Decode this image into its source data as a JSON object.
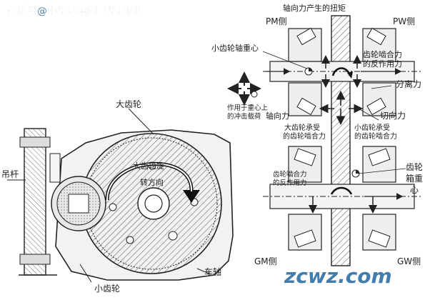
{
  "watermark_top": "搜狐号@中华轴承网（华轴网）",
  "watermark_bottom": "zcwz.com",
  "left_labels": {
    "big_gear": "大齿轮",
    "big_gear_rotation_line1": "大齿轮旋",
    "big_gear_rotation_line2": "转方向",
    "hanger": "吊杆",
    "pinion": "小齿轮",
    "axle": "车轴"
  },
  "right_labels": {
    "axial_moment": "轴向力产生的扭矩",
    "pm_side": "PM侧",
    "pw_side": "PW侧",
    "pinion_axis_center": "小齿轮轴重心",
    "mesh_reaction_line1": "齿轮啮合力",
    "mesh_reaction_line2": "的反作用力",
    "centrifugal": "分离力",
    "impact_line1": "作用于重心上",
    "impact_line2": "的冲击载荷",
    "axial_force": "轴向力",
    "tangential": "切向力",
    "big_gear_bearing_line1": "大齿轮承受",
    "big_gear_bearing_line2": "的齿轮啮合力",
    "pinion_bearing_line1": "小齿轮承受",
    "pinion_bearing_line2": "的齿轮啮合力",
    "gear_reaction_line1": "齿轮啮合力",
    "gear_reaction_line2": "的反作用力",
    "gearbox_line1": "齿轮",
    "gearbox_line2": "箱重",
    "gearbox_line3": "心",
    "gm_side": "GM侧",
    "gw_side": "GW侧"
  },
  "colors": {
    "watermark_top": "#3f78a8",
    "watermark_bottom": "#2f6fa6",
    "ink": "#222222"
  }
}
